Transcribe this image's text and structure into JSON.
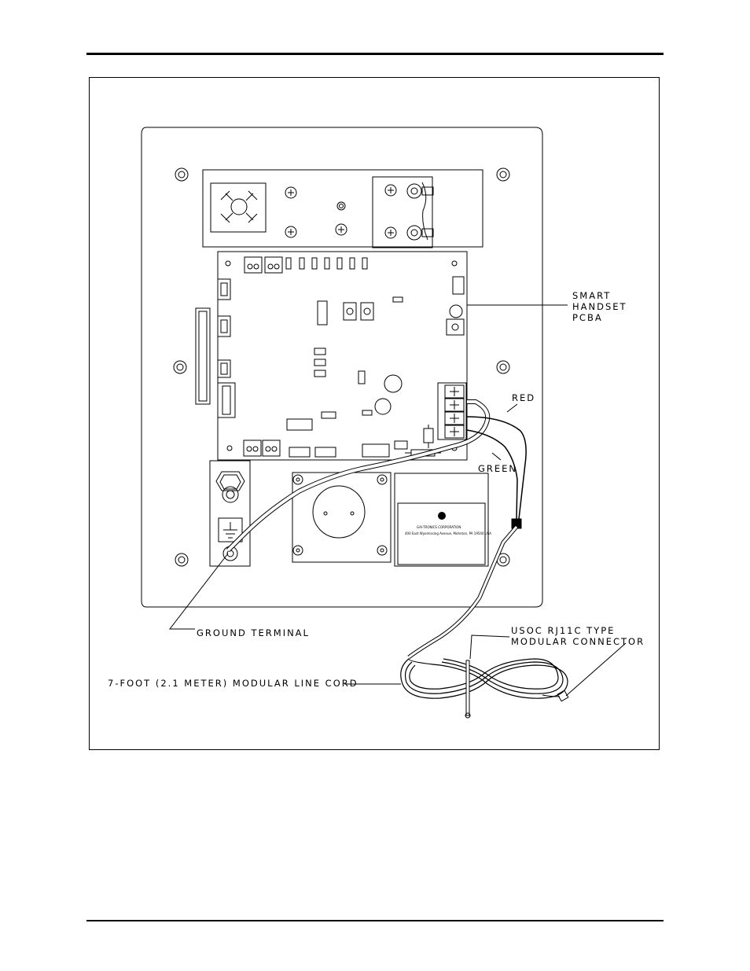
{
  "callouts": {
    "pcba": [
      "SMART",
      "HANDSET",
      "PCBA"
    ],
    "red_wire": "RED",
    "green_wire": "GREEN",
    "ground_terminal": "GROUND TERMINAL",
    "connector": [
      "USOC RJ11C TYPE",
      "MODULAR CONNECTOR"
    ],
    "line_cord": "7-FOOT (2.1 METER) MODULAR LINE CORD"
  },
  "labels": {
    "company_plate": [
      "GAI-TRONICS CORPORATION",
      "400 East Wyomissing Avenue, Mohnton, PA 19540 USA"
    ]
  },
  "colors": {
    "line": "#000000",
    "background": "#ffffff",
    "panel_fill": "#ffffff",
    "dark_fill": "#1a1a1a"
  }
}
